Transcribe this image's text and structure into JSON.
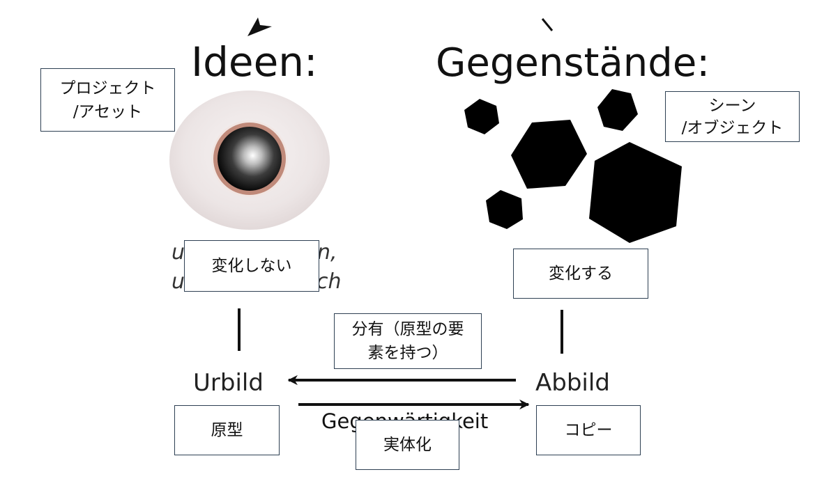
{
  "diagram": {
    "heading_ideas": "Ideen:",
    "heading_objects": "Gegenstände:",
    "label_urbild": "Urbild",
    "label_abbild": "Abbild",
    "label_gegenwartigkeit": "Gegenwärtigkeit",
    "partial_left_line1": "u",
    "partial_left_line1_end": "n,",
    "partial_left_line2": "u",
    "partial_left_line2_end": "ch",
    "colors": {
      "ink": "#111111",
      "note_border": "#2d3f52",
      "eye_white": "#ebe4e4",
      "iris_ring": "#c08a7a"
    }
  },
  "notes": {
    "project_asset": [
      "プロジェクト",
      "/アセット"
    ],
    "scene_object": [
      "シーン",
      "/オブジェクト"
    ],
    "unchanging": [
      "変化しない"
    ],
    "changing": [
      "変化する"
    ],
    "participation": [
      "分有（原型の要",
      "素を持つ）"
    ],
    "archetype": [
      "原型"
    ],
    "copy": [
      "コピー"
    ],
    "materialize": [
      "実体化"
    ]
  }
}
